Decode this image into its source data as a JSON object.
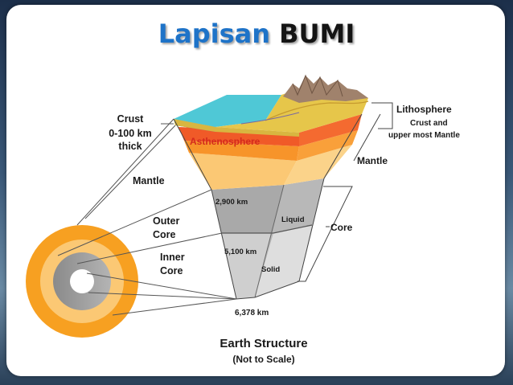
{
  "title": {
    "part1": "Lapisan",
    "part2": "BUMI"
  },
  "labels": {
    "crust": "Crust",
    "crust_thickness": "0-100 km",
    "crust_thick": "thick",
    "mantle_left": "Mantle",
    "outer_core_1": "Outer",
    "outer_core_2": "Core",
    "inner_core_1": "Inner",
    "inner_core_2": "Core",
    "lithosphere": "Lithosphere",
    "lithosphere_desc_1": "Crust and",
    "lithosphere_desc_2": "upper most Mantle",
    "mantle_right": "Mantle",
    "core_right": "Core",
    "asthenosphere": "Asthenosphere",
    "depth_2900": "2,900 km",
    "liquid": "Liquid",
    "depth_5100": "5,100 km",
    "solid": "Solid",
    "depth_6378": "6,378 km"
  },
  "caption": {
    "title": "Earth Structure",
    "subtitle": "(Not to Scale)"
  },
  "colors": {
    "title_blue": "#1e73c8",
    "ocean": "#4fc8d6",
    "land": "#e6c64a",
    "asthenosphere": "#f05a28",
    "asthenosphere_text": "#d42a1c",
    "mantle_upper": "#f7942a",
    "mantle_lower": "#fbc874",
    "outer_core": "#9e9e9e",
    "inner_core": "#d2d2d2",
    "mountains": "#a0826c"
  }
}
